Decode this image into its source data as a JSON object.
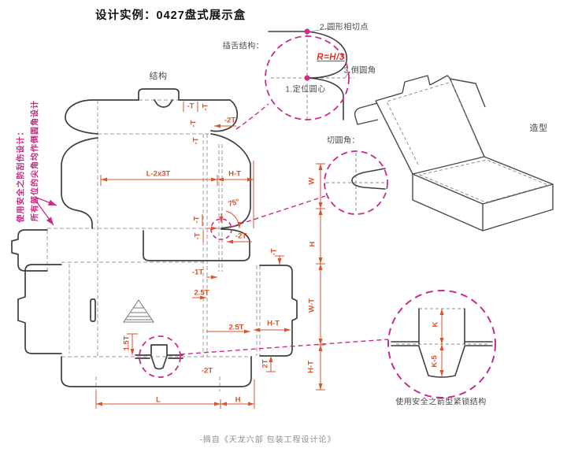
{
  "title": "设计实例：0427盘式展示盒",
  "source": "-摘自《天龙六部 包装工程设计论》",
  "labels": {
    "structure": "结构",
    "form": "造型",
    "tongue_title": "插舌结构：",
    "cut_corner_title": "切圆角：",
    "lock_caption": "使用安全之箭型紧锁结构",
    "safety_line1": "使用安全之防刮伤设计：",
    "safety_line2": "所有部位的尖角均作倒圆角设计"
  },
  "tongue_detail": {
    "step1": "1.定位圆心",
    "step2": "2.圆形相切点",
    "step3": "3.倒圆角",
    "radius_formula": "R=H/3"
  },
  "dimensions": {
    "t_top_a": "-T",
    "t_top_b": "-T",
    "t_top_c": "-T",
    "t2_top": "-2T",
    "t_top_d": "-T",
    "l_minus_2x3t": "L-2x3T",
    "h_minus_t_top": "H-T",
    "angle": "75°",
    "t_mid_a": "-T",
    "t_mid_b": "-T",
    "t2_mid": "-2T",
    "t_right": "-T",
    "minus_1t": "-1T",
    "t25_a": "2.5T",
    "t25_b": "2.5T",
    "h_minus_t_mid": "H-T",
    "t2_bottom": "-2T",
    "t2_rot": "2T",
    "t15": "1.5T",
    "length": "L",
    "height_bottom": "H",
    "width": "W",
    "height_right": "H",
    "w_minus_t": "W-T",
    "h_minus_t_right": "H-T",
    "k": "K",
    "k_minus_5": "K-5"
  },
  "colors": {
    "dimension": "#d9532c",
    "magenta": "#c9247f",
    "formula_red": "#e8301e",
    "cut_line": "#3f3f3f",
    "fold_line": "#9b9b9b",
    "caption_gray": "#8f8f8f"
  }
}
